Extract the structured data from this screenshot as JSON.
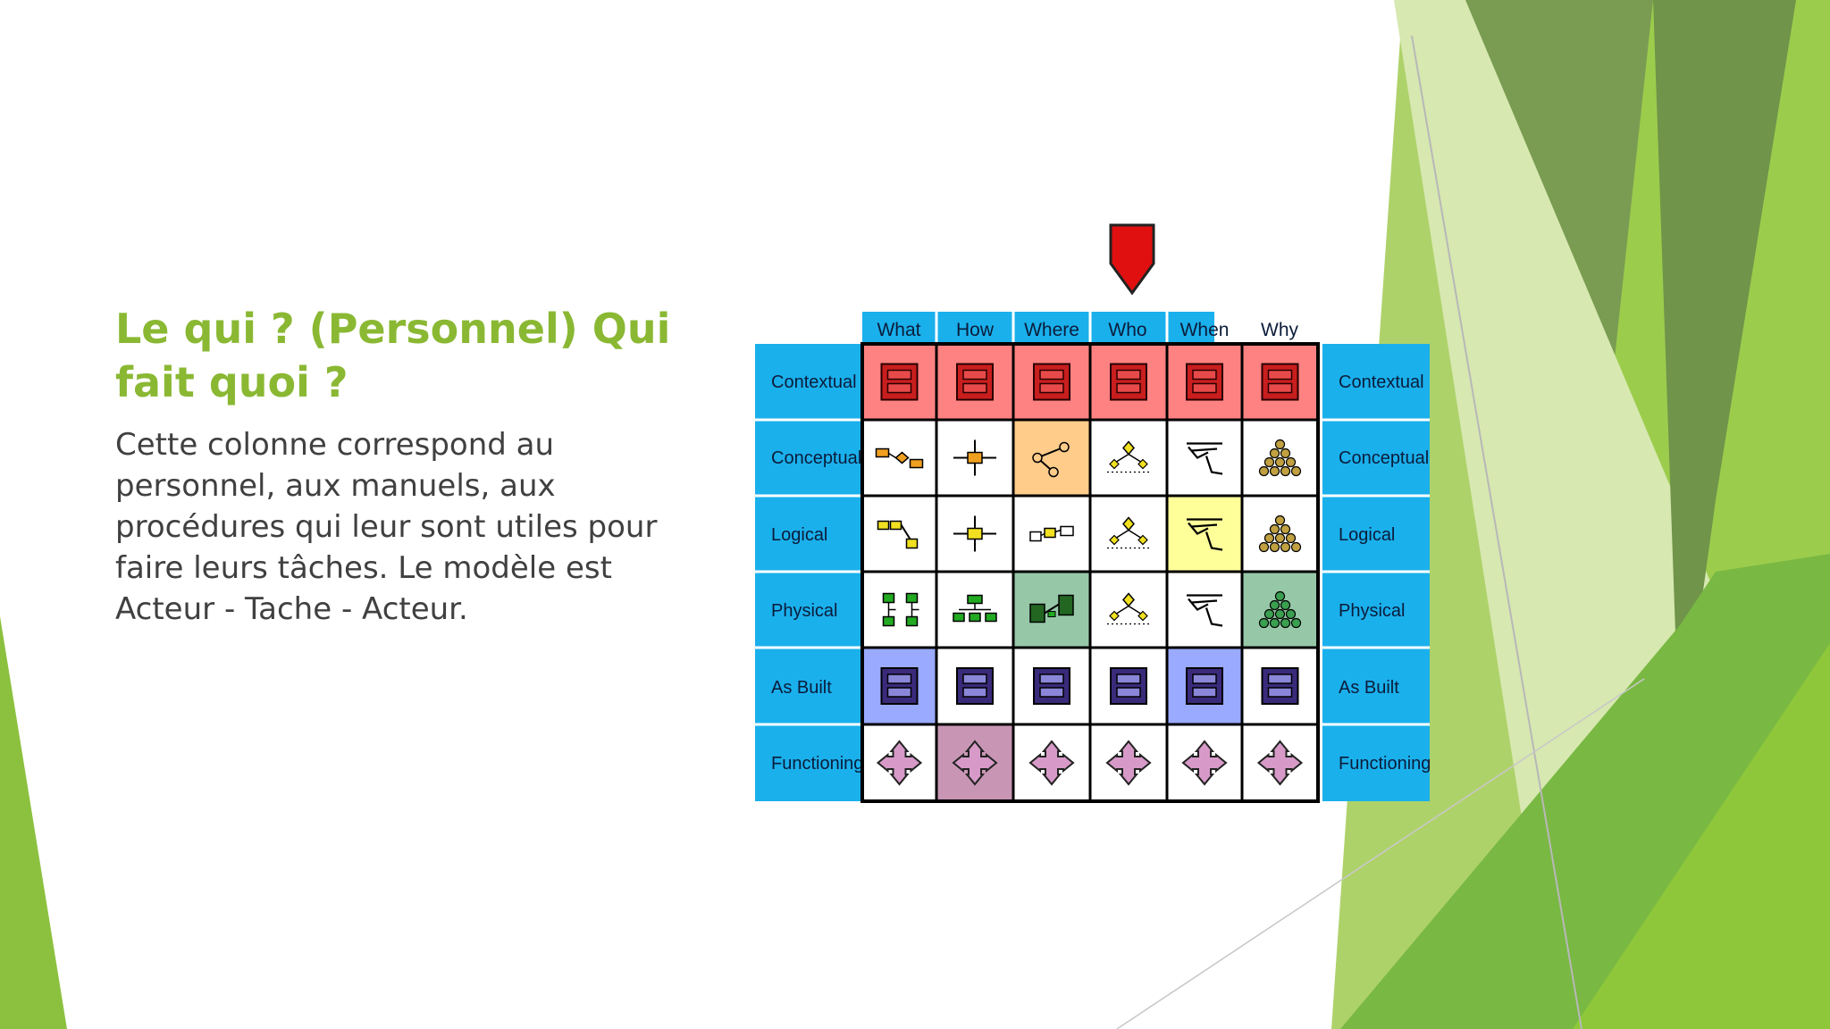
{
  "slide": {
    "title": "Le qui ? (Personnel) Qui fait quoi ?",
    "body": "Cette colonne correspond au personnel, aux manuels, aux procédures qui leur sont utiles pour faire leurs tâches. Le modèle est Acteur - Tache - Acteur."
  },
  "matrix": {
    "columns": [
      "What",
      "How",
      "Where",
      "Who",
      "When",
      "Why"
    ],
    "rows": [
      "Contextual",
      "Conceptual",
      "Logical",
      "Physical",
      "As Built",
      "Functioning"
    ],
    "highlighted_column": "Who",
    "colors": {
      "header_blue": "#1ab0ec",
      "pointer_red": "#e01010",
      "contextual_fill": "#ff8282",
      "conceptual_where_fill": "#ffcc8a",
      "logical_when_fill": "#ffff9a",
      "physical_fill": "#96c8a8",
      "asbuilt_fill": "#9aaaff",
      "functioning_how_fill": "#c896b4"
    },
    "cell_icons": [
      [
        "window-icon",
        "window-icon",
        "window-icon",
        "window-icon",
        "window-icon",
        "window-icon"
      ],
      [
        "entity-relation-icon",
        "process-node-icon",
        "network-nodes-icon",
        "org-tree-icon",
        "timeline-icon",
        "goal-pyramid-icon"
      ],
      [
        "data-model-icon",
        "process-node-icon",
        "network-link-icon",
        "org-tree-icon",
        "timeline-icon",
        "goal-pyramid-icon"
      ],
      [
        "schema-grid-icon",
        "structure-chart-icon",
        "hardware-icon",
        "org-tree-icon",
        "timeline-icon",
        "goal-pyramid-icon"
      ],
      [
        "screen-icon",
        "screen-icon",
        "screen-icon",
        "screen-icon",
        "screen-icon",
        "screen-icon"
      ],
      [
        "arrows-cross-icon",
        "arrows-cross-icon",
        "arrows-cross-icon",
        "arrows-cross-icon",
        "arrows-cross-icon",
        "arrows-cross-icon"
      ]
    ]
  }
}
